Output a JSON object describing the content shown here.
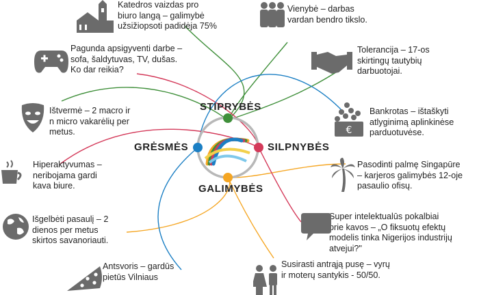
{
  "quadrants": {
    "strengths": {
      "label": "STIPRYBĖS",
      "color": "#3f8f3a"
    },
    "weaknesses": {
      "label": "SILPNYBĖS",
      "color": "#d43a5a"
    },
    "opportunities": {
      "label": "GALIMYBĖS",
      "color": "#f5a623"
    },
    "threats": {
      "label": "GRĖSMĖS",
      "color": "#1b7fc4"
    }
  },
  "icon_color": "#6b6b6b",
  "items": [
    {
      "icon": "cathedral-icon",
      "quadrant": "strengths",
      "text": "Katedros vaizdas pro\nbiuro langą – galimybė\nužsižiopsoti padidėja 75%"
    },
    {
      "icon": "team-icon",
      "quadrant": "strengths",
      "text": "Vienybė – darbas\nvardan bendro tikslo."
    },
    {
      "icon": "handshake-icon",
      "quadrant": "strengths",
      "text": "Tolerancija – 17-os\nskirtingų tautybių\ndarbuotojai."
    },
    {
      "icon": "gamepad-icon",
      "quadrant": "weaknesses",
      "text": "Pagunda apsigyventi darbe –\nsofa, šaldytuvas, TV, dušas.\nKo dar reikia?"
    },
    {
      "icon": "theater-mask-icon",
      "quadrant": "strengths",
      "text": "Ištvermė – 2 macro ir\nn micro vakarėlių per\nmetus."
    },
    {
      "icon": "money-pile-icon",
      "quadrant": "threats",
      "text": "Bankrotas – ištaškyti\natlyginimą aplinkinėse\nparduotuvėse."
    },
    {
      "icon": "coffee-cup-icon",
      "quadrant": "weaknesses",
      "text": "Hiperaktyvumas –\nneribojama gardi\nkava biure."
    },
    {
      "icon": "palm-tree-icon",
      "quadrant": "opportunities",
      "text": "Pasodinti palmę Singapūre\n– karjeros galimybės 12-oje\npasaulio ofisų."
    },
    {
      "icon": "globe-icon",
      "quadrant": "opportunities",
      "text": "Išgelbėti pasaulį – 2\ndienos per metus\nskirtos savanoriauti."
    },
    {
      "icon": "speech-bubble-icon",
      "quadrant": "weaknesses",
      "text": "Super intelektualūs pokalbiai\nprie kavos – „O fiksuotų efektų\nmodelis tinka Nigerijos industrijų\natvejui?\""
    },
    {
      "icon": "pizza-slice-icon",
      "quadrant": "threats",
      "text": "Antsvoris – gardūs\npietūs Vilniaus"
    },
    {
      "icon": "couple-icon",
      "quadrant": "opportunities",
      "text": "Susirasti antrąją pusę – vyrų\nir moterų santykis - 50/50."
    }
  ]
}
